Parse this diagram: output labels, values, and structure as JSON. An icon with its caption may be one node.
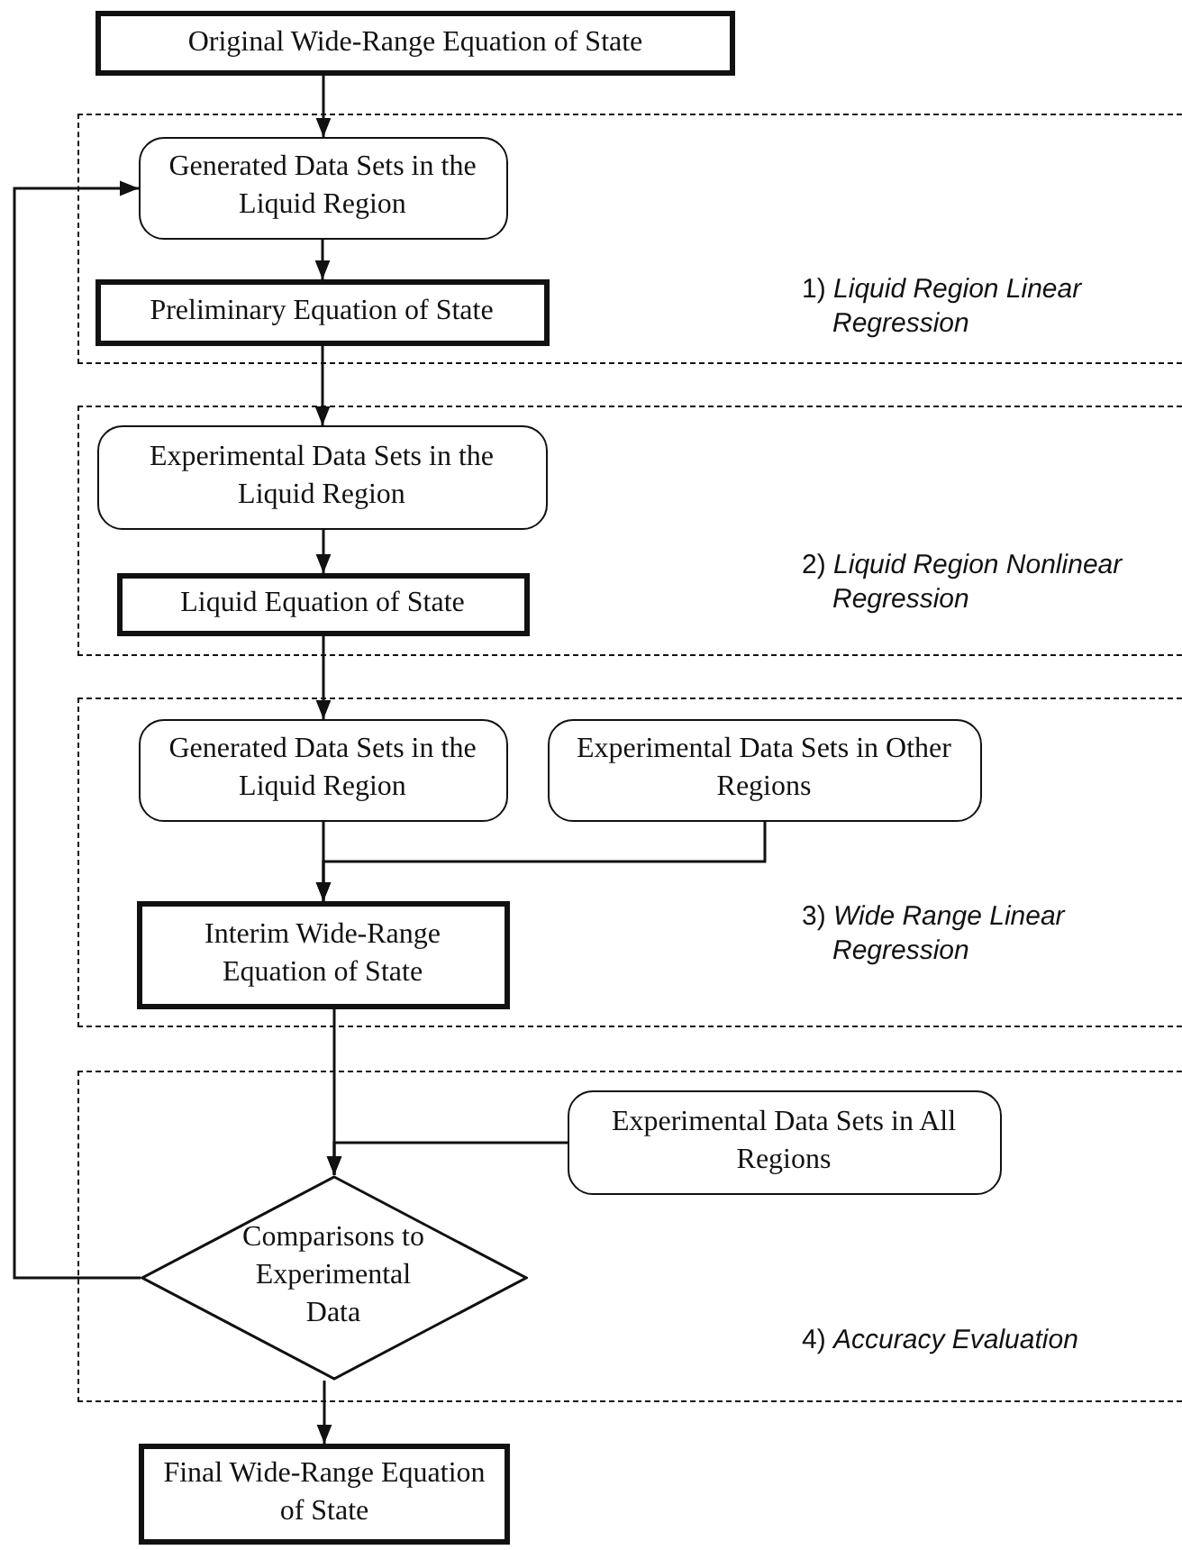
{
  "diagram": {
    "nodes": [
      {
        "text": [
          "Original Wide-Range Equation of State"
        ]
      },
      {
        "text": [
          "1) *Liquid Region Linear Regression*"
        ]
      },
      {
        "text": [
          "Generated Data Sets in the Liquid Region"
        ],
        "in": 1
      },
      {
        "text": [
          "Preliminary Equation of State"
        ],
        "in": 1
      },
      {
        "text": [
          "2) *Liquid Region Nonlinear Regression*"
        ]
      },
      {
        "text": [
          "Experimental Data Sets in the Liquid Region"
        ],
        "in": 4
      },
      {
        "text": [
          "Liquid Equation of State"
        ],
        "in": 4
      },
      {
        "text": [
          "3) *Wide Range Linear Regression*"
        ]
      },
      {
        "text": [
          "Generated Data Sets in the Liquid Region"
        ],
        "in": 7
      },
      {
        "text": [
          "Experimental Data Sets in Other Regions"
        ],
        "in": 7
      },
      {
        "text": [
          "Interim Wide-Range Equation of State"
        ],
        "in": 7
      },
      {
        "text": [
          "4) *Accuracy Evaluation*"
        ]
      },
      {
        "text": [
          "Experimental Data Sets in All Regions"
        ],
        "in": 11
      },
      {
        "text": [
          "Comparisons to Experimental Data"
        ],
        "in": 11
      },
      {
        "text": [
          "Final Wide-Range Equation of State"
        ]
      }
    ],
    "edges": [
      {
        "from": 0,
        "to": 2,
        "arrow": "to"
      },
      {
        "from": 2,
        "to": 3,
        "arrow": "to"
      },
      {
        "from": 3,
        "to": 5,
        "arrow": "to"
      },
      {
        "from": 5,
        "to": 6,
        "arrow": "to"
      },
      {
        "from": 6,
        "to": 8,
        "arrow": "to"
      },
      {
        "from": 8,
        "to": 10,
        "arrow": "to"
      },
      {
        "from": 9,
        "to": 10,
        "arrow": "to"
      },
      {
        "from": 10,
        "to": 13,
        "arrow": "to"
      },
      {
        "from": 12,
        "to": 13,
        "arrow": "to"
      },
      {
        "from": 13,
        "to": 14,
        "arrow": "to"
      },
      {
        "from": 13,
        "to": 2,
        "arrow": "to"
      }
    ]
  }
}
